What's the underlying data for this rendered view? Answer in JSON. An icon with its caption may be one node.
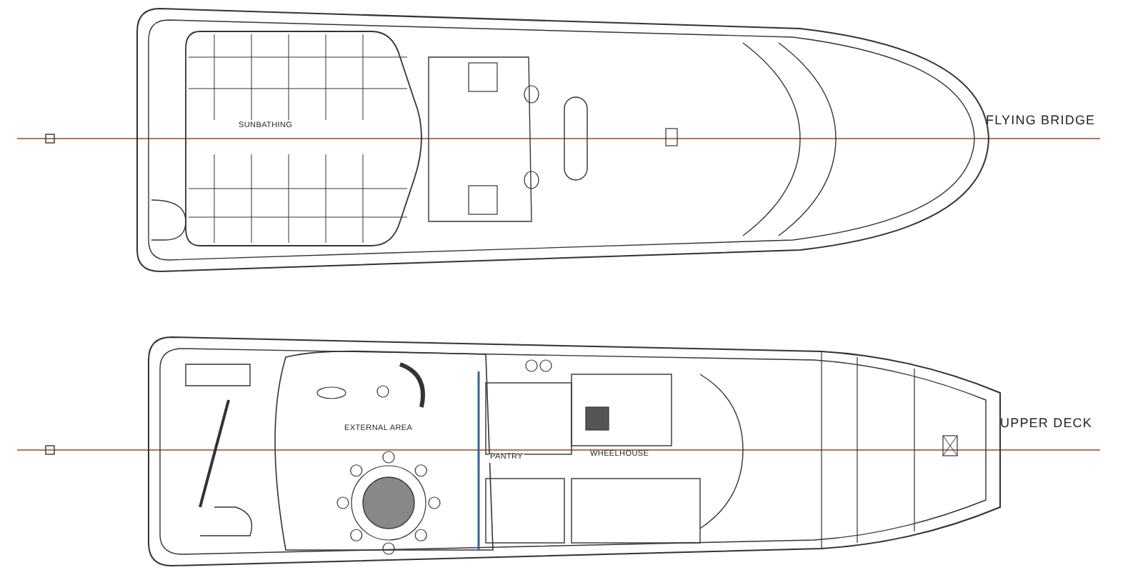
{
  "diagram": {
    "labels": [
      "SUNBATHING",
      "FLYING BRIDGE",
      "EXTERNAL AREA",
      "PANTRY",
      "WHEELHOUSE",
      "UPPER DECK"
    ]
  }
}
